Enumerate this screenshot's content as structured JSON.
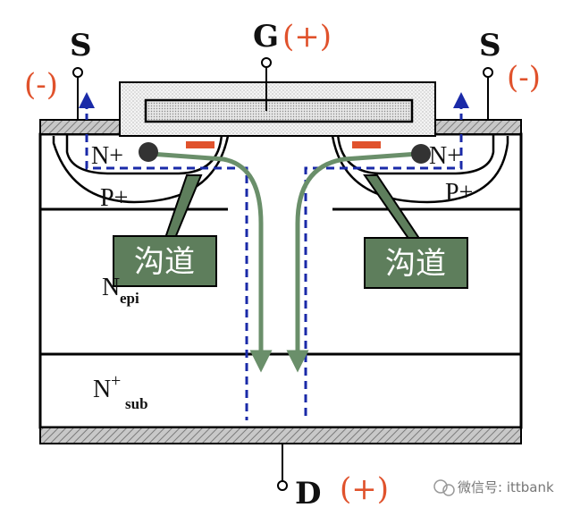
{
  "terminals": {
    "gate": "G",
    "gate_polarity": "(+)",
    "source_left": "S",
    "source_left_polarity": "(-)",
    "source_right": "S",
    "source_right_polarity": "(-)",
    "drain": "D",
    "drain_polarity": "(+)"
  },
  "regions": {
    "n_plus_left": "N+",
    "n_plus_right": "N+",
    "p_plus_left": "P+",
    "p_plus_right": "P+",
    "n_epi_main": "N",
    "n_epi_sub": "epi",
    "n_sub_main": "N",
    "n_sub_sup": "+",
    "n_sub_sub": "sub"
  },
  "callouts": {
    "channel_left": "沟道",
    "channel_right": "沟道"
  },
  "watermark": "微信号: ittbank",
  "colors": {
    "polarity": "#e0522c",
    "flow_arrow": "#6a8f6a",
    "callout_box": "#5e7e5c",
    "dashed_path": "#1a2aa8",
    "channel_bar": "#e0522c",
    "metal_hatch": "#9a9a9a"
  }
}
